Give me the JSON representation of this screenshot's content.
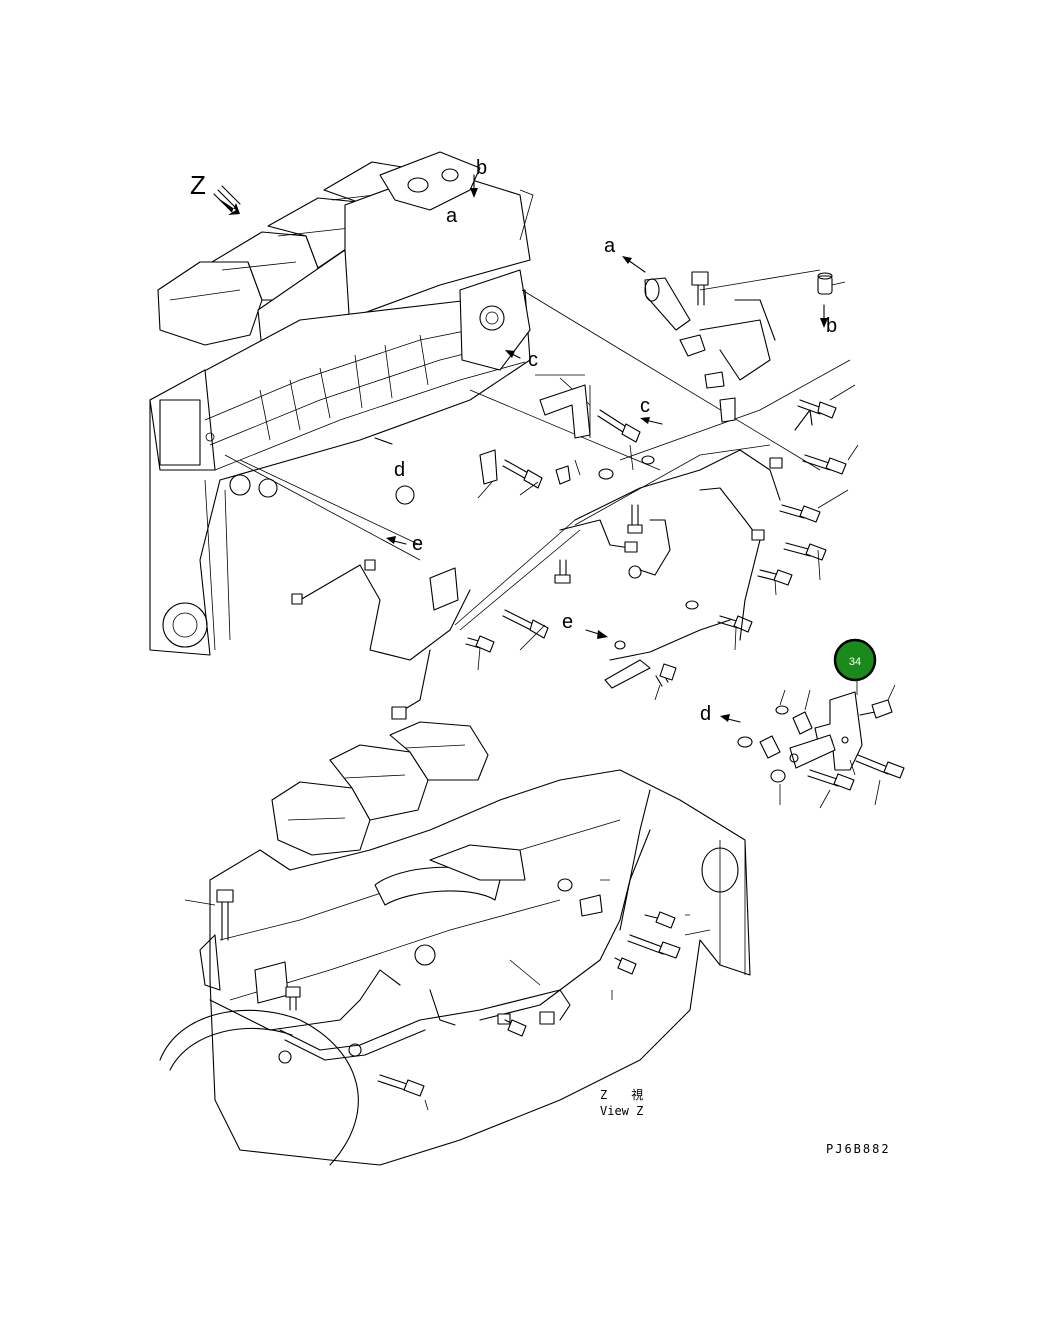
{
  "diagram": {
    "part_callout": {
      "number": "34",
      "color": "#1a8a1a",
      "ring_color": "#000000"
    },
    "letters": {
      "view_z": "Z",
      "a_top": "a",
      "a_arrow": "a",
      "b_top": "b",
      "b_right": "b",
      "c_mid": "c",
      "c_right": "c",
      "d_left": "d",
      "d_right": "d",
      "e_left": "e",
      "e_right": "e"
    },
    "view_caption_jp": "Z　　視",
    "view_caption_en": "View Z",
    "drawing_code": "PJ6B882"
  }
}
